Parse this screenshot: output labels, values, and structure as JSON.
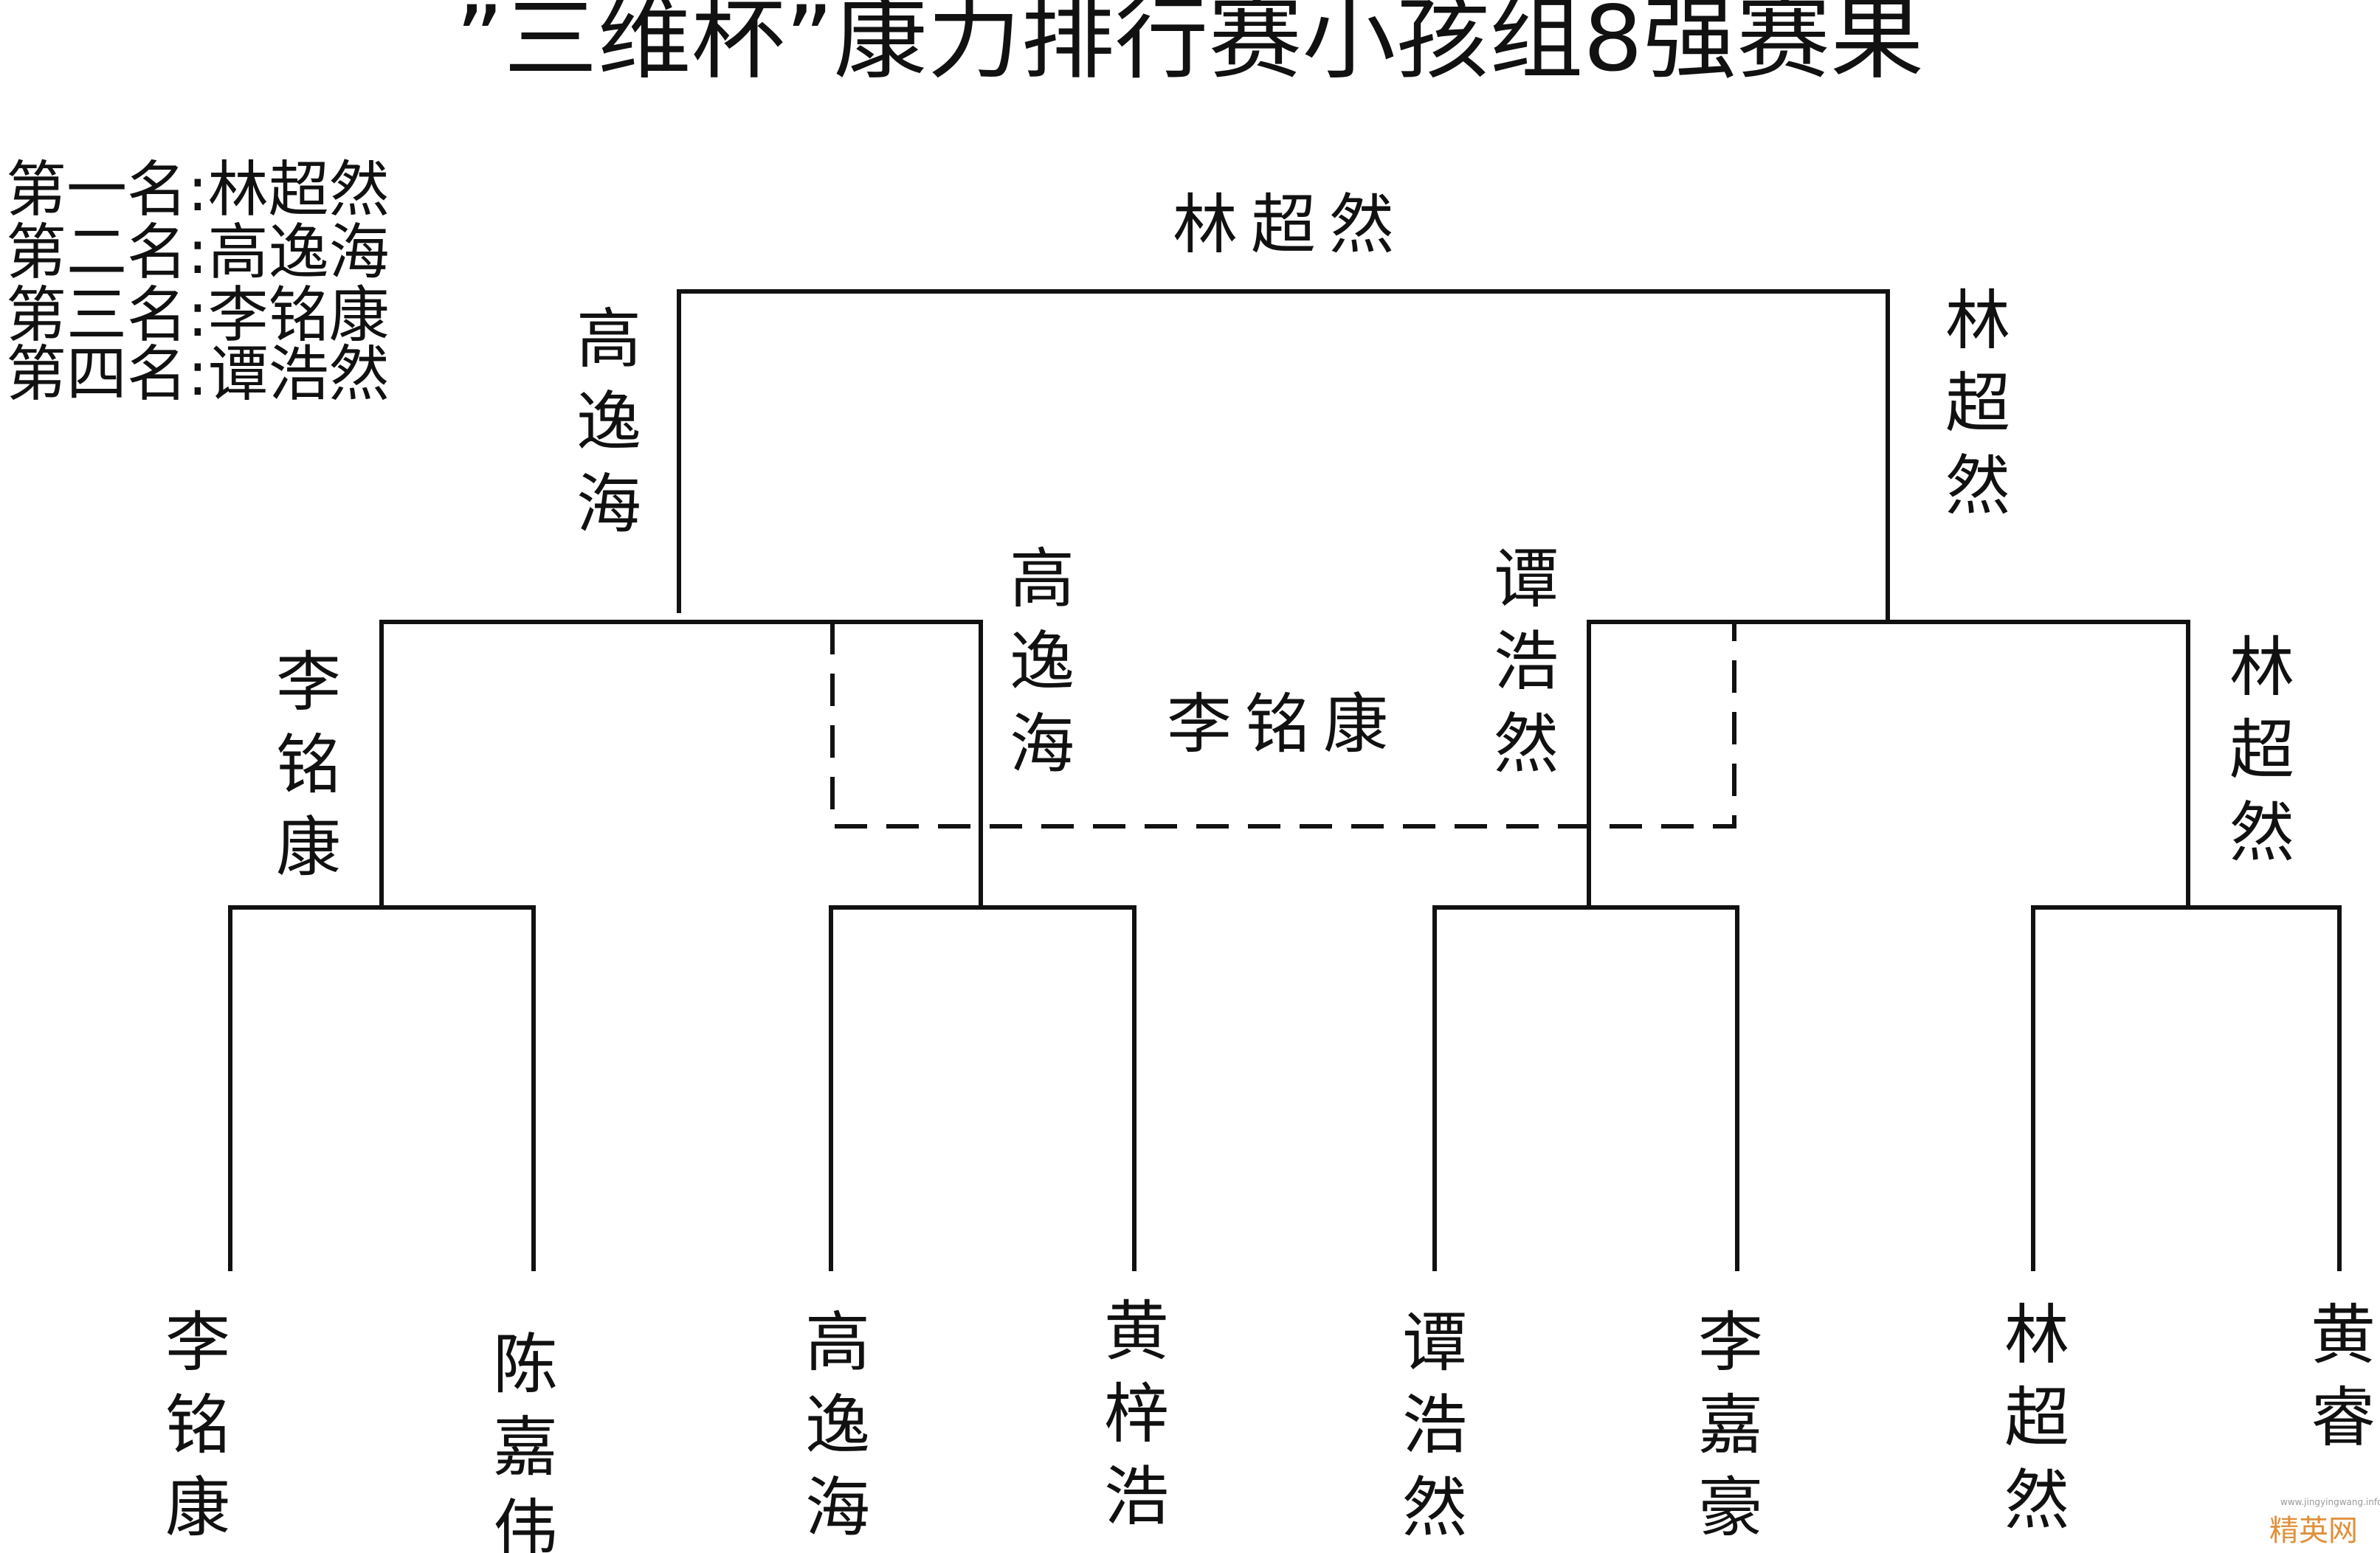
{
  "title": "”三维杯”康力排行赛小孩组8强赛果",
  "rankings": [
    "第一名:林超然",
    "第二名:高逸海",
    "第三名:李铭康",
    "第四名:谭浩然"
  ],
  "bracket": {
    "players": [
      "李铭康",
      "陈嘉伟",
      "高逸海",
      "黄梓浩",
      "谭浩然",
      "李嘉豪",
      "林超然",
      "黄睿"
    ],
    "quarterfinal_winners": [
      "李铭康",
      "高逸海",
      "谭浩然",
      "林超然"
    ],
    "semifinal_winners": [
      "高逸海",
      "林超然"
    ],
    "champion": "林超然",
    "third_place_winner": "李铭康"
  },
  "watermark": {
    "brand": "精英网",
    "url": "www.jingyingwang.info"
  }
}
